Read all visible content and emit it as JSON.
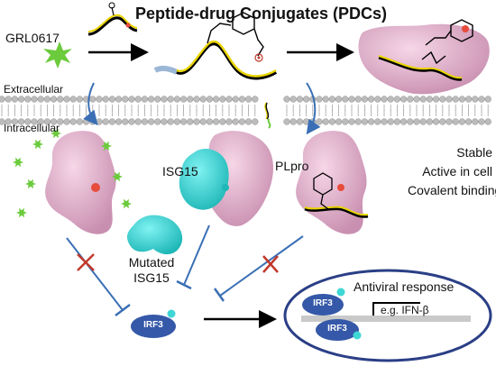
{
  "title": "Peptide-drug Conjugates (PDCs)",
  "compound_label": "GRL0617",
  "membrane": {
    "outside_label": "Extracellular",
    "inside_label": "Intracellular"
  },
  "complex": {
    "isg15_label": "ISG15",
    "plpro_label": "PLpro"
  },
  "mutated_label_line1": "Mutated",
  "mutated_label_line2": "ISG15",
  "properties": [
    "Stable",
    "Active in cell",
    "Covalent binding"
  ],
  "nucleus": {
    "irf3_label": "IRF3",
    "irf3_label_b": "IRF3",
    "response_label": "Antiviral response",
    "gene_label": "e.g. IFN-β"
  },
  "irf3_free_label": "IRF3",
  "colors": {
    "protein": "#e8b4cf",
    "isg15": "#3fd6d6",
    "irf3": "#3558a8",
    "peptide": "#e9d500",
    "drug": "#6bcb3c",
    "inhibit": "#c0392b",
    "arrow": "#3a6fb5",
    "membrane": "#bcbcbc"
  }
}
